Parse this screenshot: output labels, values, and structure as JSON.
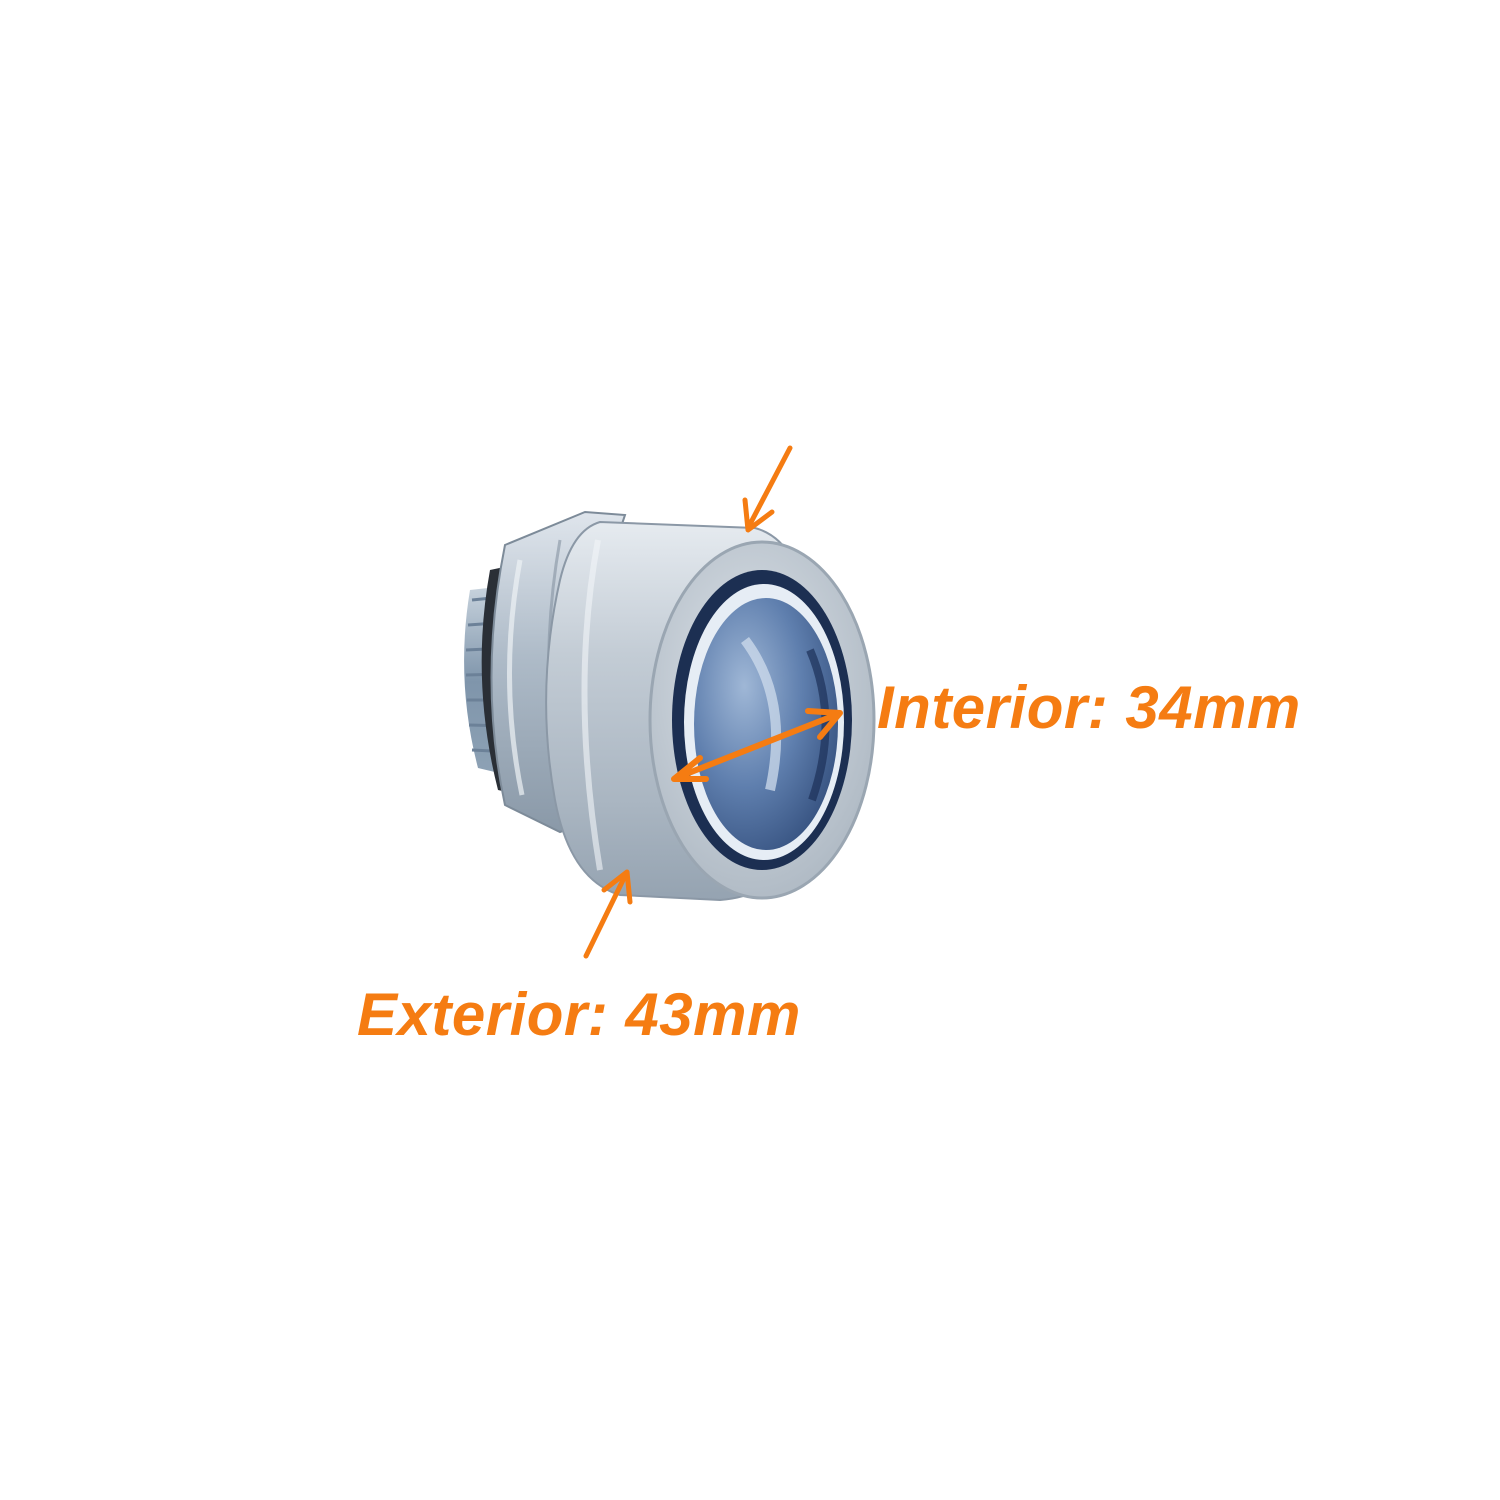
{
  "annotations": {
    "interior": {
      "label": "Interior: 34mm"
    },
    "exterior": {
      "label": "Exterior: 43mm"
    }
  },
  "colors": {
    "annotation": "#f57c12",
    "metal": "#b9c4cf",
    "lining": "#3d5a8a"
  },
  "product": {
    "depicted": "metal-conduit-connector"
  }
}
